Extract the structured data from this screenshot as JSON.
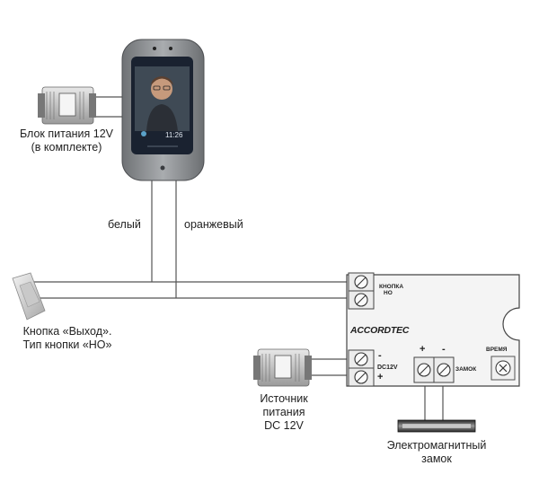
{
  "labels": {
    "psu_top_line1": "Блок питания 12V",
    "psu_top_line2": "(в комплекте)",
    "wire_white": "белый",
    "wire_orange": "оранжевый",
    "exit_button_line1": "Кнопка «Выход».",
    "exit_button_line2": "Тип кнопки «НО»",
    "psu_bottom_line1": "Источник",
    "psu_bottom_line2": "питания",
    "psu_bottom_line3": "DC 12V",
    "lock_line1": "Электромагнитный",
    "lock_line2": "замок"
  },
  "controller": {
    "brand": "ACCORDTEC",
    "terminal_button_line1": "КНОПКА",
    "terminal_button_line2": "НО",
    "power_minus": "-",
    "power_label": "DC12V",
    "power_plus": "+",
    "lock_plus": "+",
    "lock_minus": "-",
    "lock_label": "ЗАМОК",
    "time_label": "ВРЕМЯ"
  },
  "terminal": {
    "screen_time": "11:26"
  },
  "colors": {
    "wire": "#555555",
    "controller_fill": "#f4f4f4",
    "terminal_body": "#8a8d91",
    "terminal_screen": "#1a2230"
  }
}
